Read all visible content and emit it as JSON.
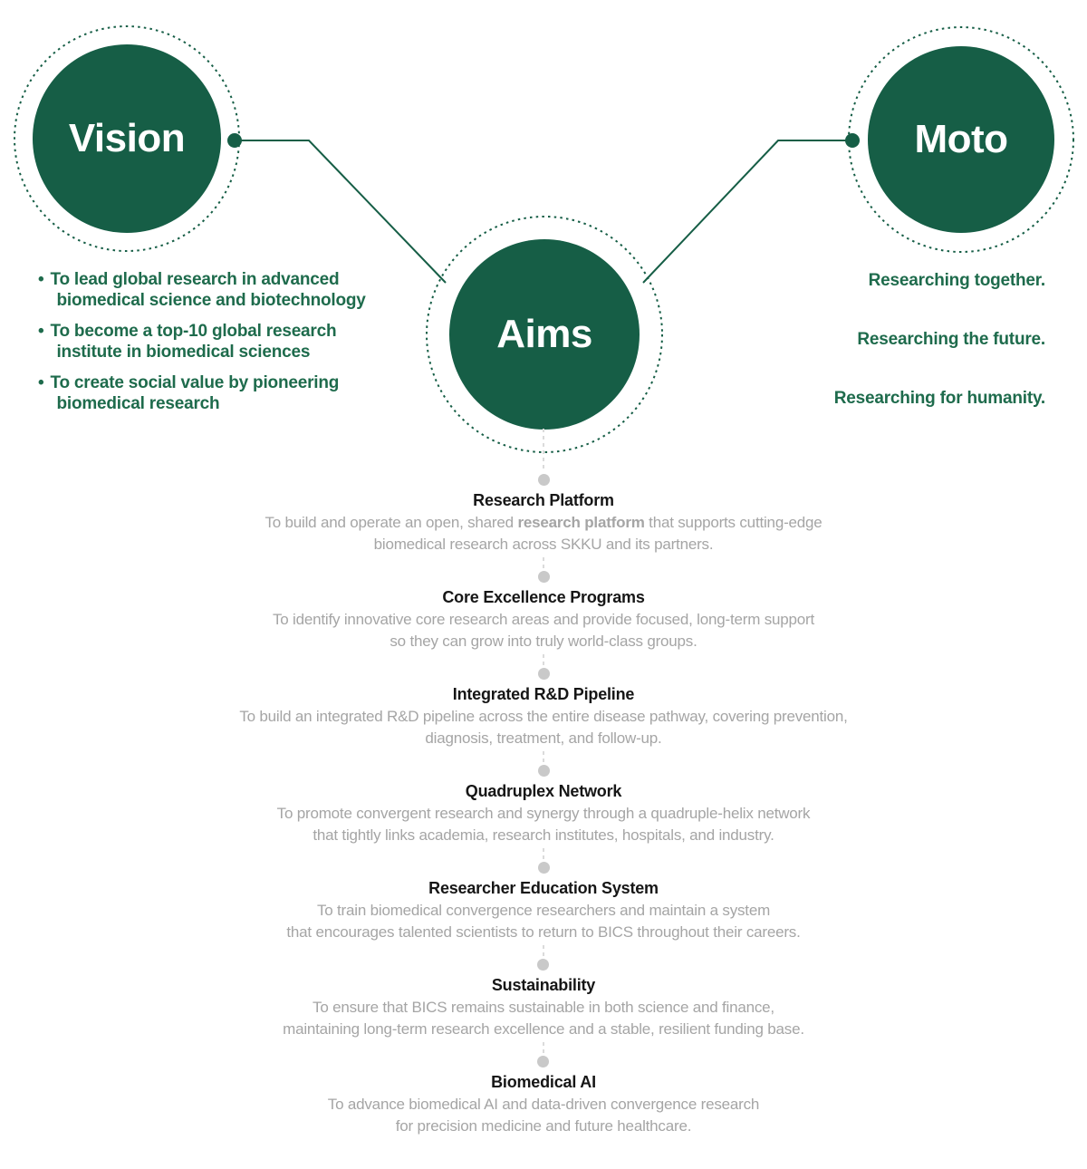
{
  "colors": {
    "brand_green": "#165E46",
    "green_text": "#1E6B4C",
    "heading_black": "#161616",
    "description_gray": "#A5A5A5",
    "connector_dot_gray": "#C9C9C9",
    "dashed_line_gray": "#DBDBDB"
  },
  "nodes": {
    "vision": "Vision",
    "aims": "Aims",
    "moto": "Moto"
  },
  "vision": {
    "marker": "•",
    "points": [
      {
        "line1": "To lead global research in advanced",
        "line2": "biomedical science and biotechnology"
      },
      {
        "line1": "To become a top-10 global research",
        "line2": "institute in biomedical sciences"
      },
      {
        "line1": "To create social value by pioneering",
        "line2": "biomedical research"
      }
    ]
  },
  "moto": {
    "lines": [
      "Researching together.",
      "Researching the future.",
      "Researching for humanity."
    ]
  },
  "sections": [
    {
      "title": "Research Platform",
      "d1_pre": "To build and operate an open, shared ",
      "d1_bold": "research platform",
      "d1_post": " that supports cutting-edge",
      "d2": "biomedical research across SKKU and its partners."
    },
    {
      "title": "Core Excellence Programs",
      "d1_pre": "To identify innovative core research areas and provide focused, long-term support",
      "d1_bold": "",
      "d1_post": "",
      "d2": "so they can grow into truly world-class groups."
    },
    {
      "title": "Integrated R&D Pipeline",
      "d1_pre": "To build an integrated R&D pipeline across the entire disease pathway, covering prevention,",
      "d1_bold": "",
      "d1_post": "",
      "d2": "diagnosis, treatment, and follow-up."
    },
    {
      "title": "Quadruplex Network",
      "d1_pre": "To promote convergent research and synergy through a quadruple-helix network",
      "d1_bold": "",
      "d1_post": "",
      "d2": "that tightly links academia, research institutes, hospitals, and industry."
    },
    {
      "title": "Researcher Education System",
      "d1_pre": "To train biomedical convergence researchers and maintain a system",
      "d1_bold": "",
      "d1_post": "",
      "d2": "that encourages talented scientists to return to BICS throughout their careers."
    },
    {
      "title": "Sustainability",
      "d1_pre": "To ensure that BICS remains sustainable in both science and finance,",
      "d1_bold": "",
      "d1_post": "",
      "d2": "maintaining long-term research excellence and a stable, resilient funding base."
    },
    {
      "title": "Biomedical AI",
      "d1_pre": "To advance biomedical AI and data-driven convergence research",
      "d1_bold": "",
      "d1_post": "",
      "d2": "for precision medicine and future healthcare."
    }
  ]
}
